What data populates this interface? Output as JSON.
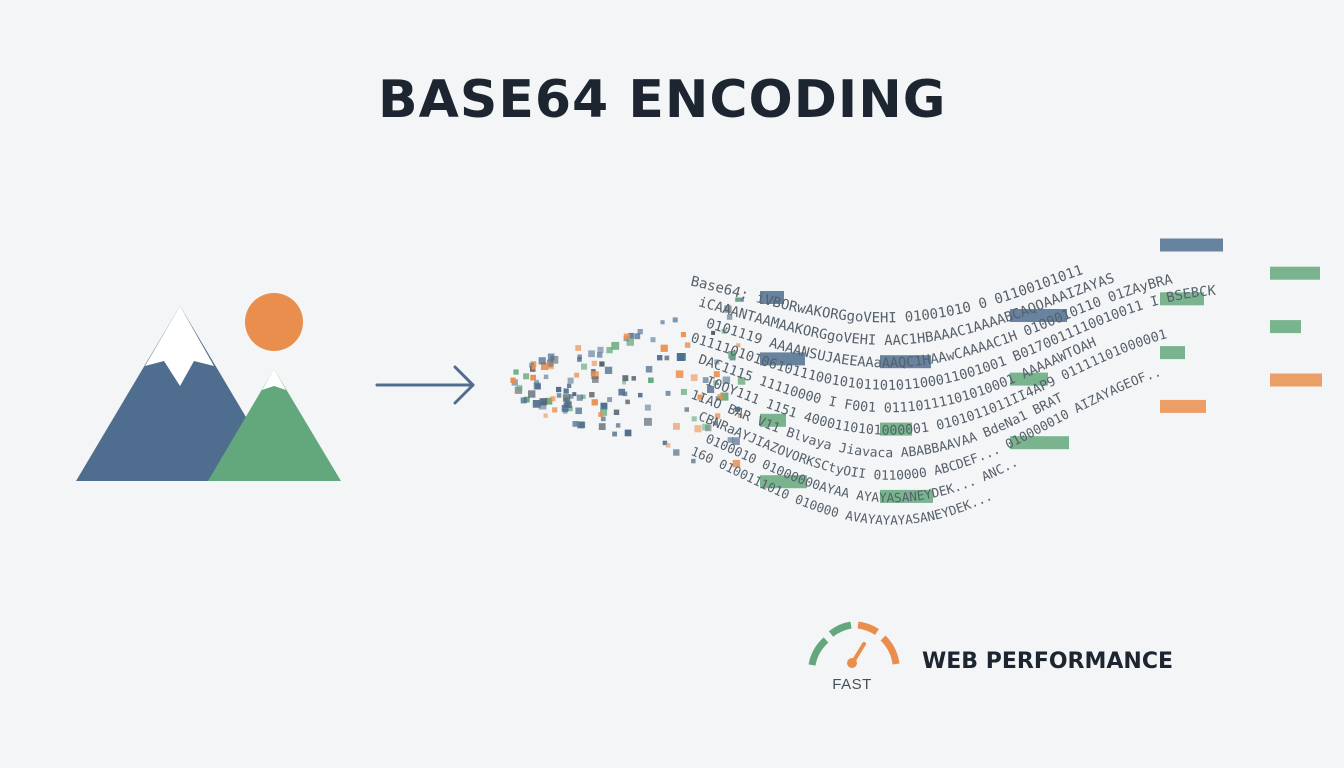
{
  "title": "BASE64 ENCODING",
  "performance": {
    "label": "WEB PERFORMANCE",
    "gauge_label": "FAST"
  },
  "icons": {
    "image": "mountain-sun-image-icon",
    "arrow": "arrow-right-icon",
    "gauge": "speedometer-gauge-icon"
  },
  "stream": {
    "lines": [
      "Base64: iVBORwAKORGgoVEHI   01001010   0   01100101011",
      "iCAAANTAAMAAKORGgoVEHI   AAC1HBAAAC1AAAABCAQOAAAIZAYAS",
      "0101119 AAAANSUJAEEAAaAAQC1HAAwCAAAAC1H  0100010110  01ZAyBRA",
      "0111101010610111001010110101100011001001 B0170011110010011 I BSEBCK",
      "DAC1115 11110000  I F001   01110111101010001   AAAAAWTOAH",
      "I0OY111  1151 4000110101000001 0101011011II4AP9 01111101000001",
      "1IAO  BAR  V11   Blvaya   Jiavaca  ABABBAAVAA  BdeNa1 BRAT",
      "CBNRaAYJIAZOVORKSCtyOII  0110000  ABCDEF...  010000010 AIZAYAGEOF..",
      "0100010 01000000AYAA  AYAYASANEYDEK...  ANC..",
      "160  0100111010 010000  AVAYAYAYASANEYDEK..."
    ]
  },
  "colors": {
    "blue": "#4f6e8f",
    "green": "#63a87c",
    "orange": "#ea8e4e",
    "dark": "#1d2630",
    "gray": "#55606b"
  }
}
